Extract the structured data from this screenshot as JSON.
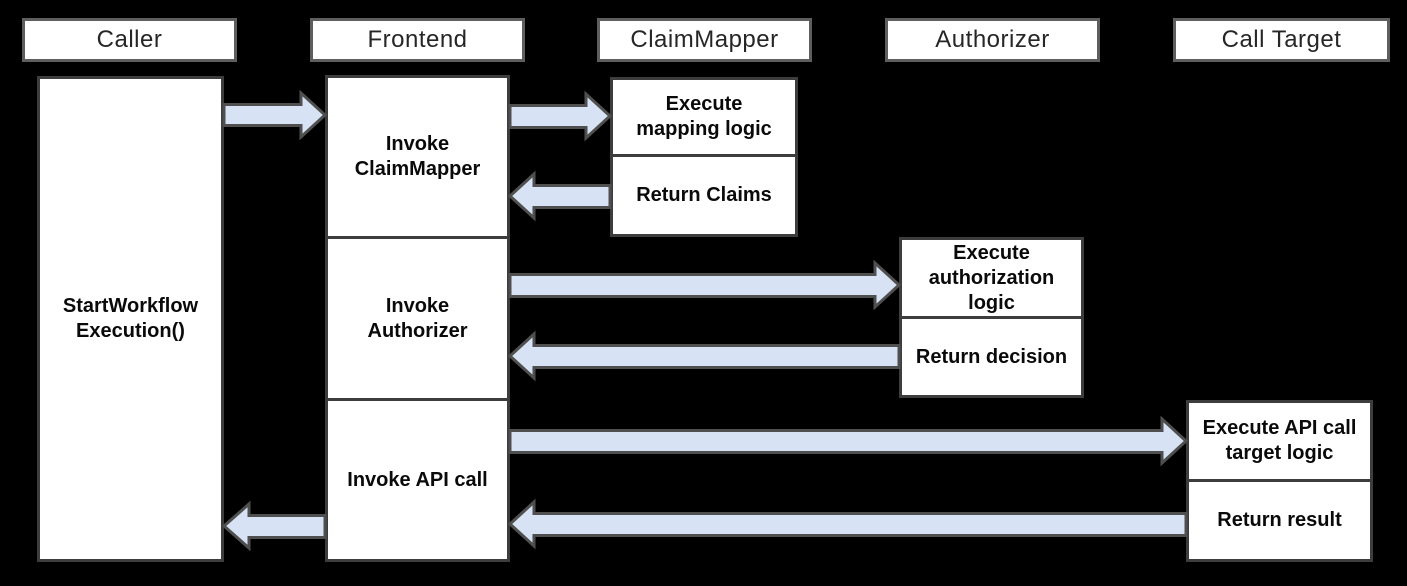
{
  "colors": {
    "background": "#000000",
    "box_fill": "#ffffff",
    "header_border": "#5e5e5e",
    "body_border": "#3d3d3d",
    "arrow_fill": "#d7e3f4",
    "arrow_stroke": "#4f4f4f"
  },
  "lanes": {
    "caller": {
      "title": "Caller"
    },
    "frontend": {
      "title": "Frontend"
    },
    "claimmapper": {
      "title": "ClaimMapper"
    },
    "authorizer": {
      "title": "Authorizer"
    },
    "calltarget": {
      "title": "Call Target"
    }
  },
  "steps": {
    "caller_start": "StartWorkflow\nExecution()",
    "frontend_invoke_claimmapper": "Invoke\nClaimMapper",
    "frontend_invoke_authorizer": "Invoke\nAuthorizer",
    "frontend_invoke_api_call": "Invoke API call",
    "claimmapper_execute": "Execute\nmapping logic",
    "claimmapper_return": "Return Claims",
    "authorizer_execute": "Execute\nauthorization\nlogic",
    "authorizer_return": "Return decision",
    "calltarget_execute": "Execute API call\ntarget logic",
    "calltarget_return": "Return result"
  },
  "arrows": [
    {
      "name": "arrow-caller-to-frontend",
      "from": "Caller",
      "to": "Frontend",
      "direction": "right"
    },
    {
      "name": "arrow-frontend-to-claimmapper",
      "from": "Frontend",
      "to": "ClaimMapper",
      "direction": "right"
    },
    {
      "name": "arrow-claimmapper-to-frontend",
      "from": "ClaimMapper",
      "to": "Frontend",
      "direction": "left"
    },
    {
      "name": "arrow-frontend-to-authorizer",
      "from": "Frontend",
      "to": "Authorizer",
      "direction": "right"
    },
    {
      "name": "arrow-authorizer-to-frontend",
      "from": "Authorizer",
      "to": "Frontend",
      "direction": "left"
    },
    {
      "name": "arrow-frontend-to-calltarget",
      "from": "Frontend",
      "to": "Call Target",
      "direction": "right"
    },
    {
      "name": "arrow-calltarget-to-frontend",
      "from": "Call Target",
      "to": "Frontend",
      "direction": "left"
    },
    {
      "name": "arrow-frontend-to-caller",
      "from": "Frontend",
      "to": "Caller",
      "direction": "left"
    }
  ]
}
